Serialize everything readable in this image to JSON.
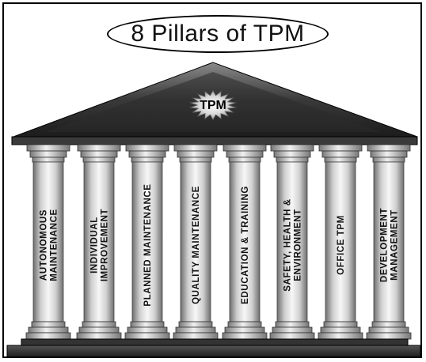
{
  "title": "8 Pillars of TPM",
  "center": "TPM",
  "pillars": [
    [
      "AUTONOMOUS",
      "MAINTENANCE"
    ],
    [
      "INDIVIDUAL",
      "IMPROVEMENT"
    ],
    [
      "PLANNED MAINTENANCE"
    ],
    [
      "QUALITY MAINTENANCE"
    ],
    [
      "EDUCATION & TRAINING"
    ],
    [
      "SAFETY, HEALTH &",
      "ENVIRONMENT"
    ],
    [
      "OFFICE TPM"
    ],
    [
      "DEVELOPMENT",
      "MANAGEMENT"
    ]
  ],
  "colors": {
    "roof_dark": "#2f2f2f",
    "pillar_mid": "#c9c9c9",
    "pillar_light": "#f2f2f2",
    "pillar_dark": "#7a7a7a",
    "base": "#1e1e1e"
  }
}
